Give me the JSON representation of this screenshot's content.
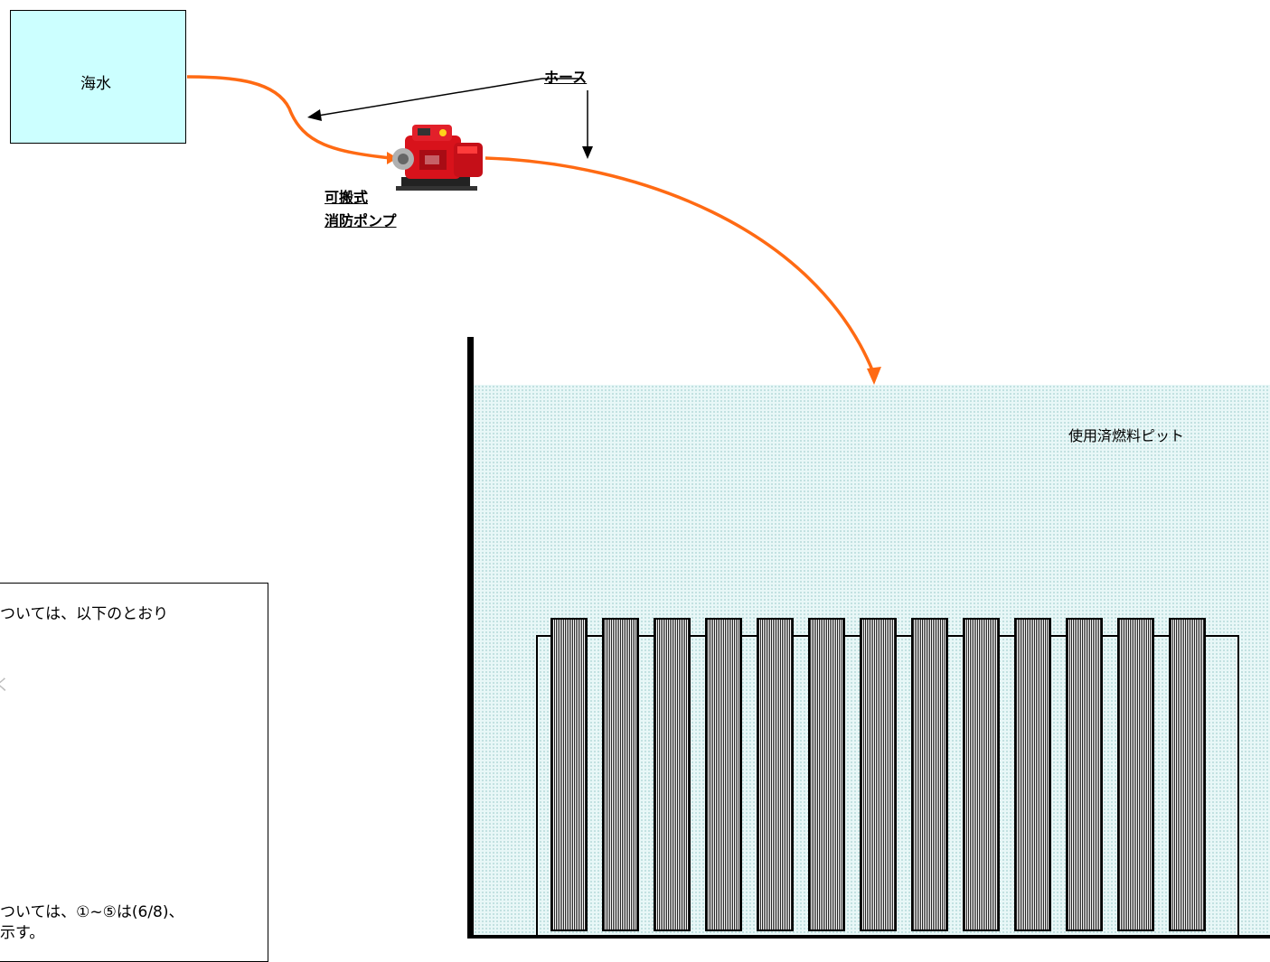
{
  "source": {
    "label": "海水"
  },
  "pool": {
    "label": "使用済燃料ピット"
  },
  "hose": {
    "label": "ホース"
  },
  "pump": {
    "label_line1": "可搬式",
    "label_line2": "消防ポンプ"
  },
  "note": {
    "line1": "ついては、以下のとおり",
    "line2": "く",
    "line3": "ついては、①~⑤は(6/8)、",
    "line4": "示す。"
  },
  "fuel_rack": {
    "assembly_count": 13
  },
  "colors": {
    "hose": "#ff6a13",
    "seawater_fill": "#ccffff",
    "pool_fill": "#e8f7f7",
    "pump_red": "#d8121b"
  }
}
